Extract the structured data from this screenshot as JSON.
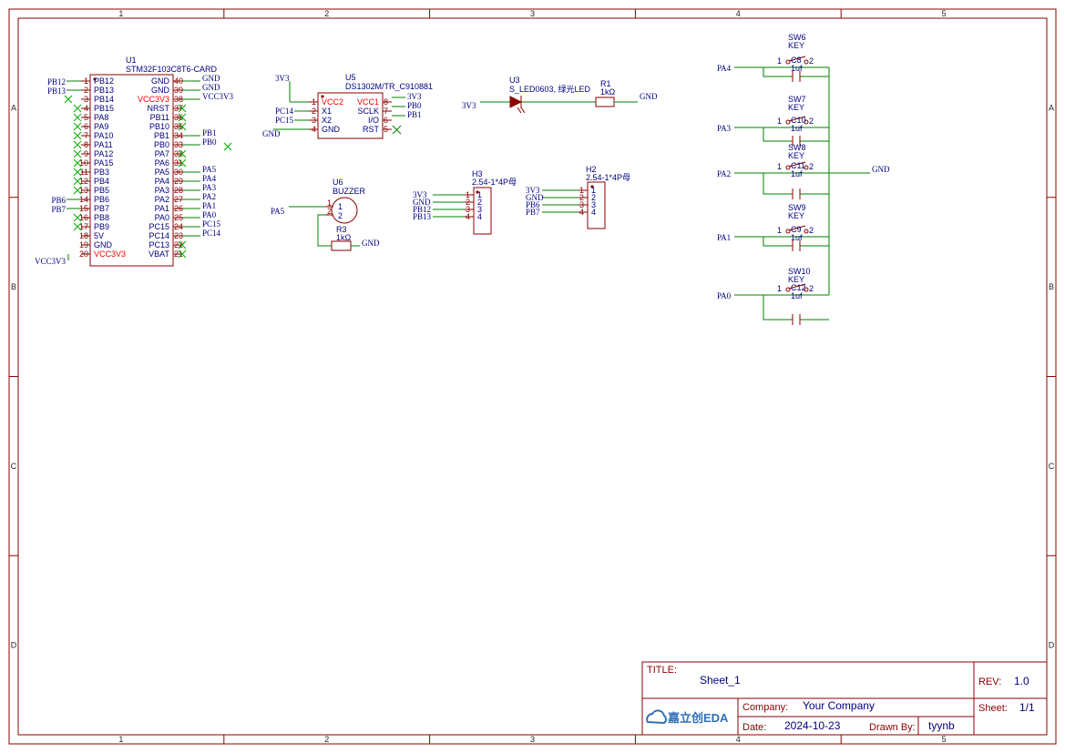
{
  "zones": {
    "columns": [
      "1",
      "2",
      "3",
      "4",
      "5"
    ],
    "rows": [
      "A",
      "B",
      "C",
      "D"
    ]
  },
  "u1": {
    "ref": "U1",
    "value": "STM32F103C8T6-CARD",
    "left_pins": [
      {
        "num": "1",
        "name": "PB12",
        "net": "PB12"
      },
      {
        "num": "2",
        "name": "PB13",
        "net": "PB13"
      },
      {
        "num": "3",
        "name": "PB14",
        "net": ""
      },
      {
        "num": "4",
        "name": "PB15",
        "net": ""
      },
      {
        "num": "5",
        "name": "PA8",
        "net": ""
      },
      {
        "num": "6",
        "name": "PA9",
        "net": ""
      },
      {
        "num": "7",
        "name": "PA10",
        "net": ""
      },
      {
        "num": "8",
        "name": "PA11",
        "net": ""
      },
      {
        "num": "9",
        "name": "PA12",
        "net": ""
      },
      {
        "num": "10",
        "name": "PA15",
        "net": ""
      },
      {
        "num": "11",
        "name": "PB3",
        "net": ""
      },
      {
        "num": "12",
        "name": "PB4",
        "net": ""
      },
      {
        "num": "13",
        "name": "PB5",
        "net": ""
      },
      {
        "num": "14",
        "name": "PB6",
        "net": "PB6"
      },
      {
        "num": "15",
        "name": "PB7",
        "net": "PB7"
      },
      {
        "num": "16",
        "name": "PB8",
        "net": ""
      },
      {
        "num": "17",
        "name": "PB9",
        "net": ""
      },
      {
        "num": "18",
        "name": "5V",
        "net": ""
      },
      {
        "num": "19",
        "name": "GND",
        "net": ""
      },
      {
        "num": "20",
        "name": "VCC3V3",
        "net": "VCC3V3"
      }
    ],
    "right_pins": [
      {
        "num": "40",
        "name": "GND",
        "net": "GND"
      },
      {
        "num": "39",
        "name": "GND",
        "net": "GND"
      },
      {
        "num": "38",
        "name": "VCC3V3",
        "net": "VCC3V3"
      },
      {
        "num": "37",
        "name": "NRST",
        "net": ""
      },
      {
        "num": "36",
        "name": "PB11",
        "net": ""
      },
      {
        "num": "35",
        "name": "PB10",
        "net": ""
      },
      {
        "num": "34",
        "name": "PB1",
        "net": "PB1"
      },
      {
        "num": "33",
        "name": "PB0",
        "net": "PB0"
      },
      {
        "num": "32",
        "name": "PA7",
        "net": ""
      },
      {
        "num": "31",
        "name": "PA6",
        "net": ""
      },
      {
        "num": "30",
        "name": "PA5",
        "net": "PA5"
      },
      {
        "num": "29",
        "name": "PA4",
        "net": "PA4"
      },
      {
        "num": "28",
        "name": "PA3",
        "net": "PA3"
      },
      {
        "num": "27",
        "name": "PA2",
        "net": "PA2"
      },
      {
        "num": "26",
        "name": "PA1",
        "net": "PA1"
      },
      {
        "num": "25",
        "name": "PA0",
        "net": "PA0"
      },
      {
        "num": "24",
        "name": "PC15",
        "net": "PC15"
      },
      {
        "num": "23",
        "name": "PC14",
        "net": "PC14"
      },
      {
        "num": "22",
        "name": "PC13",
        "net": ""
      },
      {
        "num": "21",
        "name": "VBAT",
        "net": ""
      }
    ]
  },
  "u5": {
    "ref": "U5",
    "value": "DS1302M/TR_C910881",
    "left_pins": [
      {
        "num": "1",
        "name": "VCC2",
        "net": "3V3"
      },
      {
        "num": "2",
        "name": "X1",
        "net": "PC14"
      },
      {
        "num": "3",
        "name": "X2",
        "net": "PC15"
      },
      {
        "num": "4",
        "name": "GND",
        "net": "GND"
      }
    ],
    "right_pins": [
      {
        "num": "8",
        "name": "VCC1",
        "net": "3V3"
      },
      {
        "num": "7",
        "name": "SCLK",
        "net": "PB0"
      },
      {
        "num": "6",
        "name": "I/O",
        "net": "PB1"
      },
      {
        "num": "5",
        "name": "RST",
        "net": ""
      }
    ]
  },
  "u3": {
    "ref": "U3",
    "value": "S_LED0603, 绿光LED",
    "net_left": "3V3"
  },
  "r1": {
    "ref": "R1",
    "value": "1kΩ",
    "net_right": "GND"
  },
  "u6": {
    "ref": "U6",
    "value": "BUZZER",
    "pin1": "1",
    "pin2": "2",
    "net": "PA5"
  },
  "r3": {
    "ref": "R3",
    "value": "1kΩ",
    "net": "GND"
  },
  "h3": {
    "ref": "H3",
    "value": "2.54-1*4P母",
    "pins": [
      {
        "num": "1",
        "net": "3V3"
      },
      {
        "num": "2",
        "net": "GND"
      },
      {
        "num": "3",
        "net": "PB12"
      },
      {
        "num": "4",
        "net": "PB13"
      }
    ]
  },
  "h2": {
    "ref": "H2",
    "value": "2.54-1*4P母",
    "pins": [
      {
        "num": "1",
        "net": "3V3"
      },
      {
        "num": "2",
        "net": "GND"
      },
      {
        "num": "3",
        "net": "PB6"
      },
      {
        "num": "4",
        "net": "PB7"
      }
    ]
  },
  "keys": [
    {
      "sw": "SW6",
      "type": "KEY",
      "cap": "C8",
      "cap_value": "1uf",
      "net": "PA4"
    },
    {
      "sw": "SW7",
      "type": "KEY",
      "cap": "C10",
      "cap_value": "1uf",
      "net": "PA3"
    },
    {
      "sw": "SW8",
      "type": "KEY",
      "cap": "C11",
      "cap_value": "1uf",
      "net": "PA2"
    },
    {
      "sw": "SW9",
      "type": "KEY",
      "cap": "C9",
      "cap_value": "1uf",
      "net": "PA1"
    },
    {
      "sw": "SW10",
      "type": "KEY",
      "cap": "C12",
      "cap_value": "1uf",
      "net": "PA0"
    }
  ],
  "key_pin1": "1",
  "key_pin2": "2",
  "key_gnd": "GND",
  "title_block": {
    "title_label": "TITLE:",
    "title": "Sheet_1",
    "rev_label": "REV:",
    "rev": "1.0",
    "company_label": "Company:",
    "company": "Your Company",
    "sheet_label": "Sheet:",
    "sheet": "1/1",
    "date_label": "Date:",
    "date": "2024-10-23",
    "drawn_label": "Drawn By:",
    "drawn_by": "tyynb",
    "logo_text": "嘉立创EDA"
  }
}
